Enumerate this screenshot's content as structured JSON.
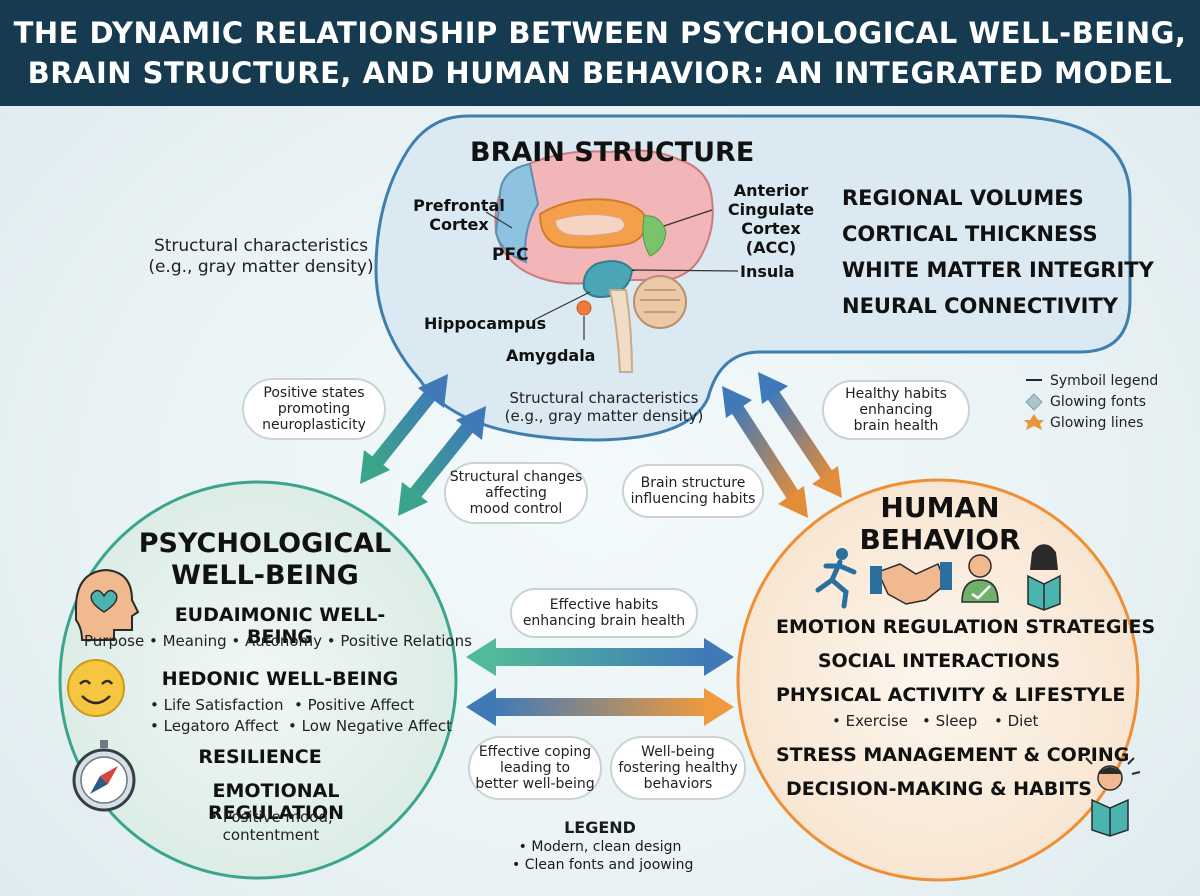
{
  "title": {
    "line1": "THE DYNAMIC RELATIONSHIP BETWEEN PSYCHOLOGICAL WELL-BEING,",
    "line2": "BRAIN STRUCTURE, AND HUMAN BEHAVIOR: AN INTEGRATED MODEL"
  },
  "brain": {
    "heading": "BRAIN STRUCTURE",
    "labels": {
      "prefrontal": [
        "Prefrontal",
        "Cortex"
      ],
      "pfc": "PFC",
      "acc": [
        "Anterior",
        "Cingulate",
        "Cortex (ACC)"
      ],
      "insula": "Insula",
      "hippocampus": "Hippocampus",
      "amygdala": "Amygdala"
    },
    "metrics": [
      "REGIONAL VOLUMES",
      "CORTICAL THICKNESS",
      "WHITE MATTER INTEGRITY",
      "NEURAL CONNECTIVITY"
    ],
    "bottom_note": [
      "Structural characteristics",
      "(e.g., gray matter density)"
    ]
  },
  "side_note": [
    "Structural characteristics",
    "(e.g., gray matter density)"
  ],
  "bubbles": {
    "positive_states": [
      "Positive states",
      "promoting",
      "neuroplasticity"
    ],
    "structural_changes": [
      "Structural changes",
      "affecting",
      "mood control"
    ],
    "brain_influencing": [
      "Brain structure",
      "influencing habits"
    ],
    "healthy_habits": [
      "Healthy habits",
      "enhancing",
      "brain health"
    ],
    "effective_habits": [
      "Effective habits",
      "enhancing brain health"
    ],
    "effective_coping": [
      "Effective coping",
      "leading to",
      "better well-being"
    ],
    "wellbeing_fostering": [
      "Well-being",
      "fostering healthy",
      "behaviors"
    ]
  },
  "symbol_legend": {
    "title": "Symboil legend",
    "items": [
      {
        "icon": "diamond-icon",
        "label": "Glowing fonts",
        "color": "#a9c6cf"
      },
      {
        "icon": "star-arrow-icon",
        "label": "Glowing lines",
        "color": "#e8963a"
      }
    ]
  },
  "wellbeing": {
    "title": [
      "PSYCHOLOGICAL",
      "WELL-BEING"
    ],
    "eudaimonic": {
      "heading": "EUDAIMONIC WELL-BEING",
      "items": "Purpose • Meaning • Autonomy • Positive Relations"
    },
    "hedonic": {
      "heading": "HEDONIC WELL-BEING",
      "items_row1": [
        "• Life Satisfaction",
        "• Positive Affect"
      ],
      "items_row2": [
        "• Legatoro Affect",
        "• Low Negative Affect"
      ]
    },
    "resilience": "RESILIENCE",
    "emotional": "EMOTIONAL REGULATION",
    "mood": [
      "• Positive mood,",
      "contentment"
    ],
    "color": "#3aa58c"
  },
  "behavior": {
    "title": [
      "HUMAN",
      "BEHAVIOR"
    ],
    "items": [
      "EMOTION REGULATION STRATEGIES",
      "SOCIAL INTERACTIONS",
      "PHYSICAL ACTIVITY & LIFESTYLE"
    ],
    "lifestyle": [
      "• Exercise",
      "• Sleep",
      "• Diet"
    ],
    "items2": [
      "STRESS MANAGEMENT & COPING",
      "DECISION-MAKING & HABITS"
    ],
    "color": "#ef8f33"
  },
  "legend": {
    "title": "LEGEND",
    "items": [
      "• Modern, clean design",
      "• Clean fonts and joowing"
    ]
  },
  "colors": {
    "header": "#163a4f",
    "brain_box": "#dbe9f3",
    "brain_border": "#3d7fae",
    "teal": "#3aa58c",
    "orange": "#ef8f33",
    "blue": "#3f79b8"
  }
}
